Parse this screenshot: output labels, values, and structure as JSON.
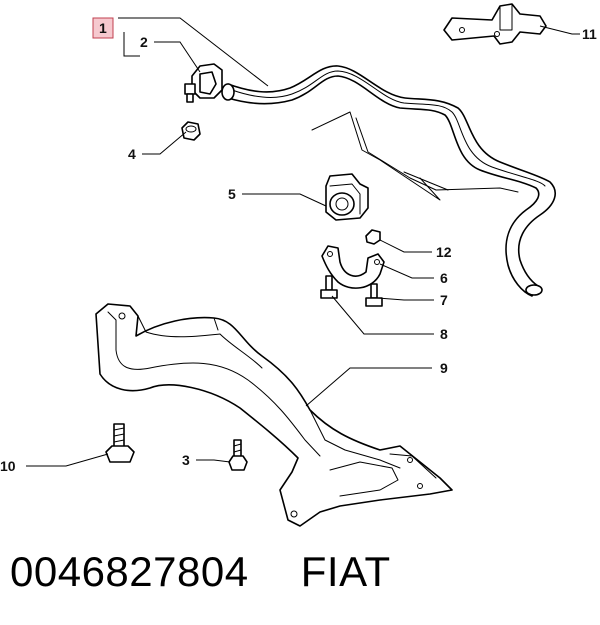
{
  "callouts": {
    "c1": "1",
    "c2": "2",
    "c3": "3",
    "c4": "4",
    "c5": "5",
    "c6": "6",
    "c7": "7",
    "c8": "8",
    "c9": "9",
    "c10": "10",
    "c11": "11",
    "c12": "12"
  },
  "footer": {
    "part_number": "0046827804",
    "brand": "FIAT"
  },
  "colors": {
    "highlight_fill": "#f6c9cf",
    "highlight_stroke": "#c0404f"
  }
}
